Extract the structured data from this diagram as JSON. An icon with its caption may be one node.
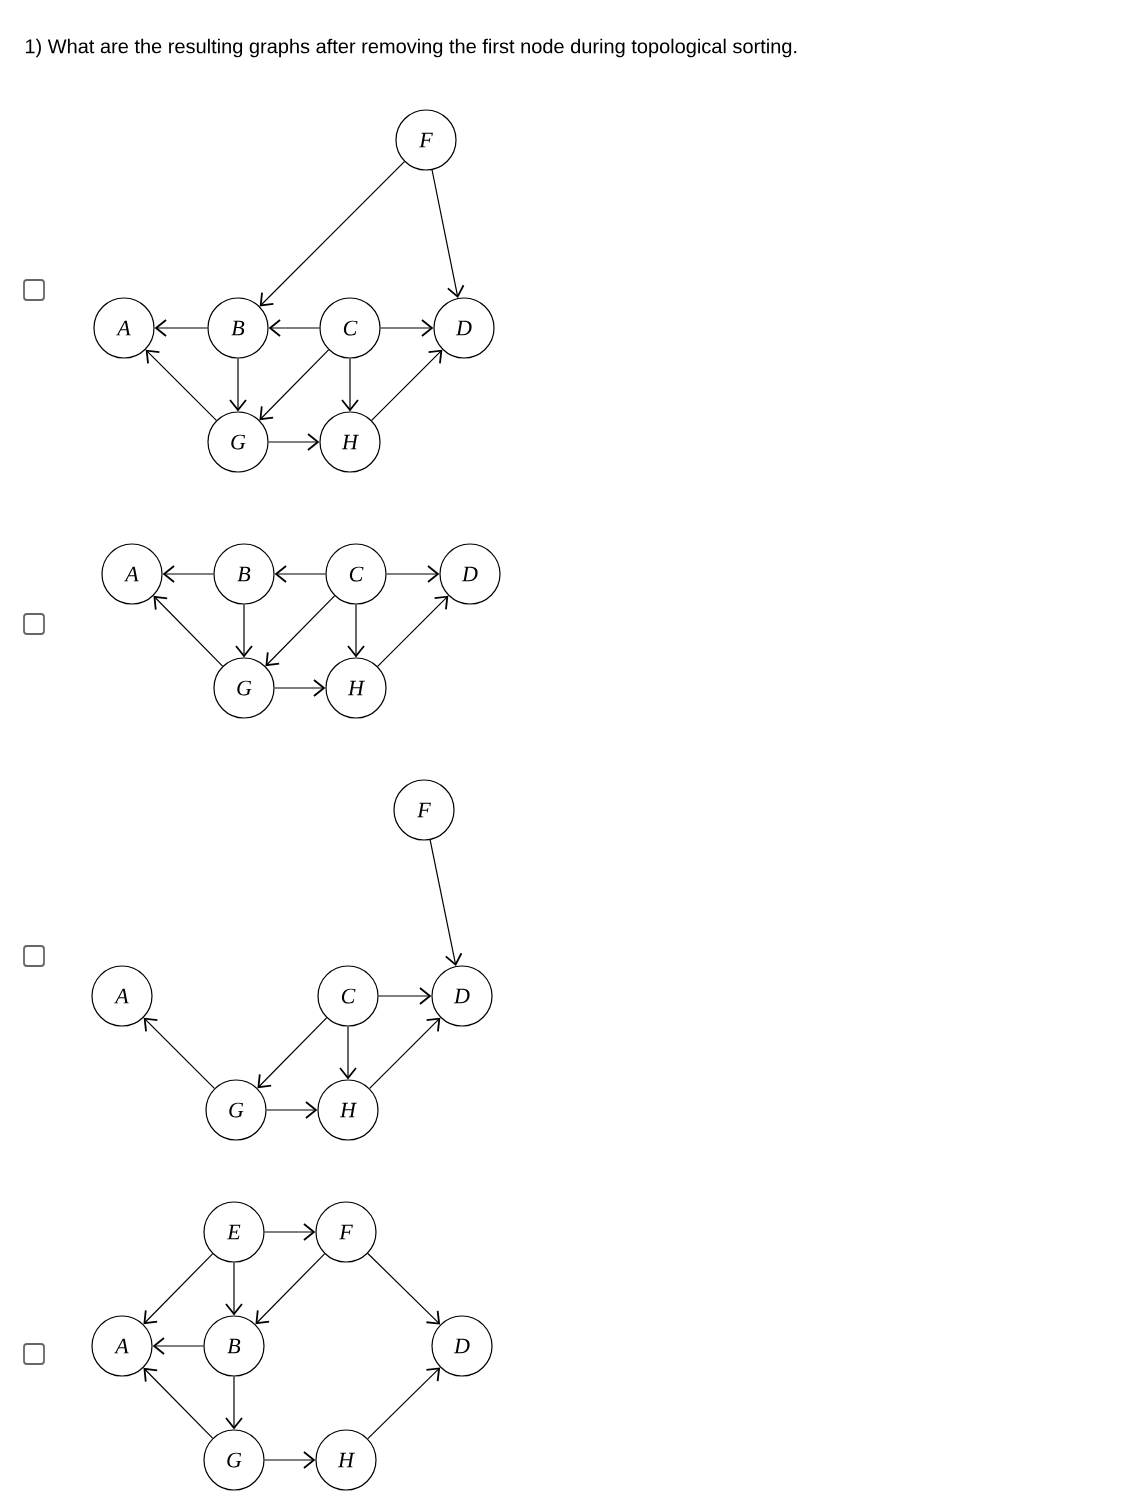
{
  "diagram": {
    "title": "1) What are the resulting graphs after removing the first node during topological sorting.",
    "nodes": [
      {
        "text": [
          "F"
        ]
      },
      {
        "text": [
          "A"
        ]
      },
      {
        "text": [
          "B"
        ]
      },
      {
        "text": [
          "C"
        ]
      },
      {
        "text": [
          "D"
        ]
      },
      {
        "text": [
          "G"
        ]
      },
      {
        "text": [
          "H"
        ]
      },
      {
        "text": [
          "A"
        ]
      },
      {
        "text": [
          "B"
        ]
      },
      {
        "text": [
          "C"
        ]
      },
      {
        "text": [
          "D"
        ]
      },
      {
        "text": [
          "G"
        ]
      },
      {
        "text": [
          "H"
        ]
      },
      {
        "text": [
          "F"
        ]
      },
      {
        "text": [
          "A"
        ]
      },
      {
        "text": [
          "C"
        ]
      },
      {
        "text": [
          "D"
        ]
      },
      {
        "text": [
          "G"
        ]
      },
      {
        "text": [
          "H"
        ]
      },
      {
        "text": [
          "E"
        ]
      },
      {
        "text": [
          "F"
        ]
      },
      {
        "text": [
          "A"
        ]
      },
      {
        "text": [
          "B"
        ]
      },
      {
        "text": [
          "D"
        ]
      },
      {
        "text": [
          "G"
        ]
      },
      {
        "text": [
          "H"
        ]
      }
    ],
    "edges": [
      {
        "from": 0,
        "to": 2,
        "arrow": "to"
      },
      {
        "from": 0,
        "to": 4,
        "arrow": "to"
      },
      {
        "from": 2,
        "to": 1,
        "arrow": "to"
      },
      {
        "from": 3,
        "to": 2,
        "arrow": "to"
      },
      {
        "from": 3,
        "to": 4,
        "arrow": "to"
      },
      {
        "from": 2,
        "to": 5,
        "arrow": "to"
      },
      {
        "from": 3,
        "to": 5,
        "arrow": "to"
      },
      {
        "from": 3,
        "to": 6,
        "arrow": "to"
      },
      {
        "from": 5,
        "to": 1,
        "arrow": "to"
      },
      {
        "from": 5,
        "to": 6,
        "arrow": "to"
      },
      {
        "from": 6,
        "to": 4,
        "arrow": "to"
      },
      {
        "from": 8,
        "to": 7,
        "arrow": "to"
      },
      {
        "from": 9,
        "to": 8,
        "arrow": "to"
      },
      {
        "from": 9,
        "to": 10,
        "arrow": "to"
      },
      {
        "from": 8,
        "to": 11,
        "arrow": "to"
      },
      {
        "from": 9,
        "to": 11,
        "arrow": "to"
      },
      {
        "from": 9,
        "to": 12,
        "arrow": "to"
      },
      {
        "from": 11,
        "to": 7,
        "arrow": "to"
      },
      {
        "from": 11,
        "to": 12,
        "arrow": "to"
      },
      {
        "from": 12,
        "to": 10,
        "arrow": "to"
      },
      {
        "from": 13,
        "to": 16,
        "arrow": "to"
      },
      {
        "from": 15,
        "to": 16,
        "arrow": "to"
      },
      {
        "from": 15,
        "to": 17,
        "arrow": "to"
      },
      {
        "from": 15,
        "to": 18,
        "arrow": "to"
      },
      {
        "from": 17,
        "to": 14,
        "arrow": "to"
      },
      {
        "from": 17,
        "to": 18,
        "arrow": "to"
      },
      {
        "from": 18,
        "to": 16,
        "arrow": "to"
      },
      {
        "from": 19,
        "to": 20,
        "arrow": "to"
      },
      {
        "from": 19,
        "to": 21,
        "arrow": "to"
      },
      {
        "from": 19,
        "to": 22,
        "arrow": "to"
      },
      {
        "from": 20,
        "to": 22,
        "arrow": "to"
      },
      {
        "from": 20,
        "to": 23,
        "arrow": "to"
      },
      {
        "from": 22,
        "to": 21,
        "arrow": "to"
      },
      {
        "from": 22,
        "to": 24,
        "arrow": "to"
      },
      {
        "from": 24,
        "to": 21,
        "arrow": "to"
      },
      {
        "from": 24,
        "to": 25,
        "arrow": "to"
      },
      {
        "from": 25,
        "to": 23,
        "arrow": "to"
      }
    ]
  }
}
